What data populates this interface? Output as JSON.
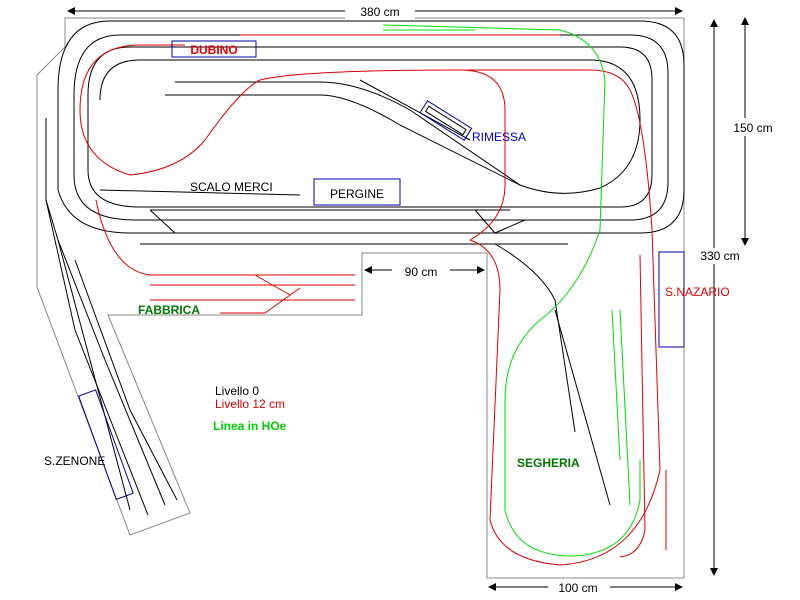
{
  "dimensions": {
    "width_top": "380 cm",
    "height_right_upper": "150 cm",
    "height_right_total": "330 cm",
    "width_inner": "90 cm",
    "width_bottom": "100 cm"
  },
  "stations": {
    "dubino": "DUBINO",
    "rimessa": "RIMESSA",
    "scalo_merci": "SCALO MERCI",
    "pergine": "PERGINE",
    "fabbrica": "FABBRICA",
    "s_nazario": "S.NAZARIO",
    "segheria": "SEGHERIA",
    "s_zenone": "S.ZENONE"
  },
  "legend": {
    "level0": "Livello 0",
    "level12": "Livello 12 cm",
    "hoe": "Linea in HOe"
  },
  "colors": {
    "level0": "#000000",
    "level12": "#ff0000",
    "hoe": "#00dd00",
    "station_box": "#0000aa",
    "outline": "#888888",
    "blue_label": "#0000cc",
    "green_label": "#007700"
  }
}
